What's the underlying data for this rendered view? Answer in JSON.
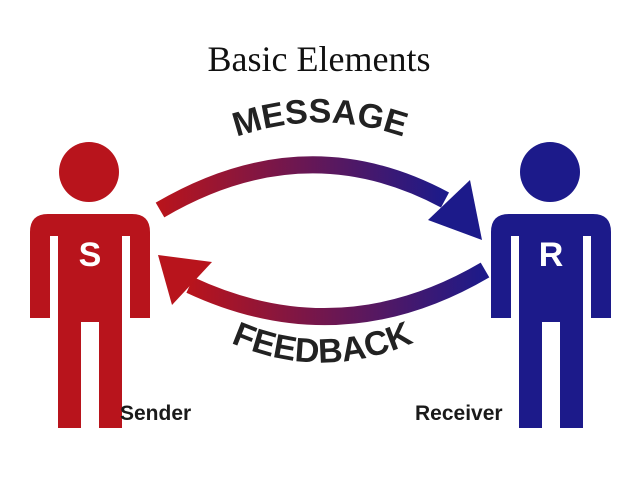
{
  "title": "Basic Elements",
  "sender": {
    "letter": "S",
    "label": "Sender"
  },
  "receiver": {
    "letter": "R",
    "label": "Receiver"
  },
  "arrows": {
    "top_label": "MESSAGE",
    "bottom_label": "FEEDBACK"
  },
  "colors": {
    "sender": "#b8141c",
    "receiver": "#1c1a8a",
    "arrow_gradient": [
      "#b8141c",
      "#1c1a8a"
    ],
    "text": "#222222"
  }
}
